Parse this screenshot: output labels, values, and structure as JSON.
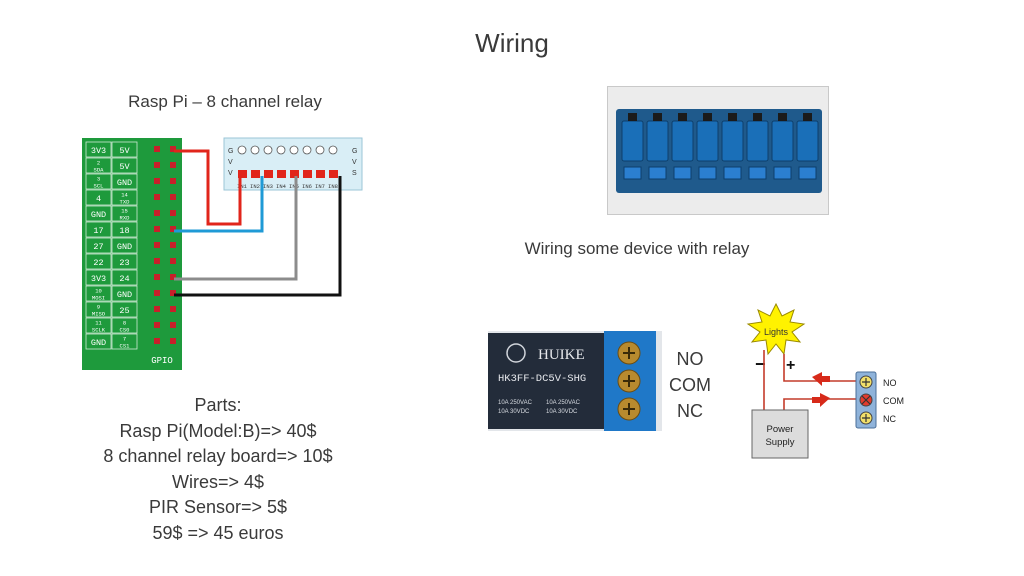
{
  "slide": {
    "title": "Wiring",
    "left_caption": "Rasp Pi – 8 channel relay",
    "right_caption": "Wiring some device with relay"
  },
  "pi_diagram": {
    "pin_pairs": [
      [
        "3V3",
        "5V"
      ],
      [
        "2 SDA",
        "5V"
      ],
      [
        "3 SCL",
        "GND"
      ],
      [
        "4",
        "14 TXD"
      ],
      [
        "GND",
        "15 RXD"
      ],
      [
        "17",
        "18"
      ],
      [
        "27",
        "GND"
      ],
      [
        "22",
        "23"
      ],
      [
        "3V3",
        "24"
      ],
      [
        "10 MOSI",
        "GND"
      ],
      [
        "9 MISO",
        "25"
      ],
      [
        "11 SCLK",
        "8 CS0"
      ],
      [
        "GND",
        "7 CS1"
      ]
    ],
    "footer": "GPIO",
    "relay_header_left": [
      "G",
      "V",
      "V"
    ],
    "relay_header_right": [
      "G",
      "V",
      "S"
    ],
    "relay_pins": [
      "IN1",
      "IN2",
      "IN3",
      "IN4",
      "IN5",
      "IN6",
      "IN7",
      "IN8"
    ],
    "wire_colors": {
      "red": "#e1251b",
      "blue": "#1f9ad6",
      "gray": "#8c8c8c",
      "black": "#111111"
    },
    "board_color": "#1e9a3c"
  },
  "relay_photo": {
    "brand": "HUIKE",
    "model": "HK3FF-DC5V-SHG",
    "ratings_left": [
      "10A 250VAC",
      "10A 30VDC"
    ],
    "ratings_right": [
      "10A 250VAC",
      "10A 30VDC"
    ]
  },
  "terminal_labels": [
    "NO",
    "COM",
    "NC"
  ],
  "power_diagram": {
    "lamp_label": "Lights",
    "minus": "−",
    "plus": "+",
    "supply_label_line1": "Power",
    "supply_label_line2": "Supply",
    "terminals": [
      "NO",
      "COM",
      "NC"
    ]
  },
  "parts": {
    "heading": "Parts:",
    "items": [
      "Rasp Pi(Model:B)=> 40$",
      "8 channel relay board=> 10$",
      "Wires=> 4$",
      "PIR Sensor=> 5$",
      "59$ => 45 euros"
    ]
  }
}
